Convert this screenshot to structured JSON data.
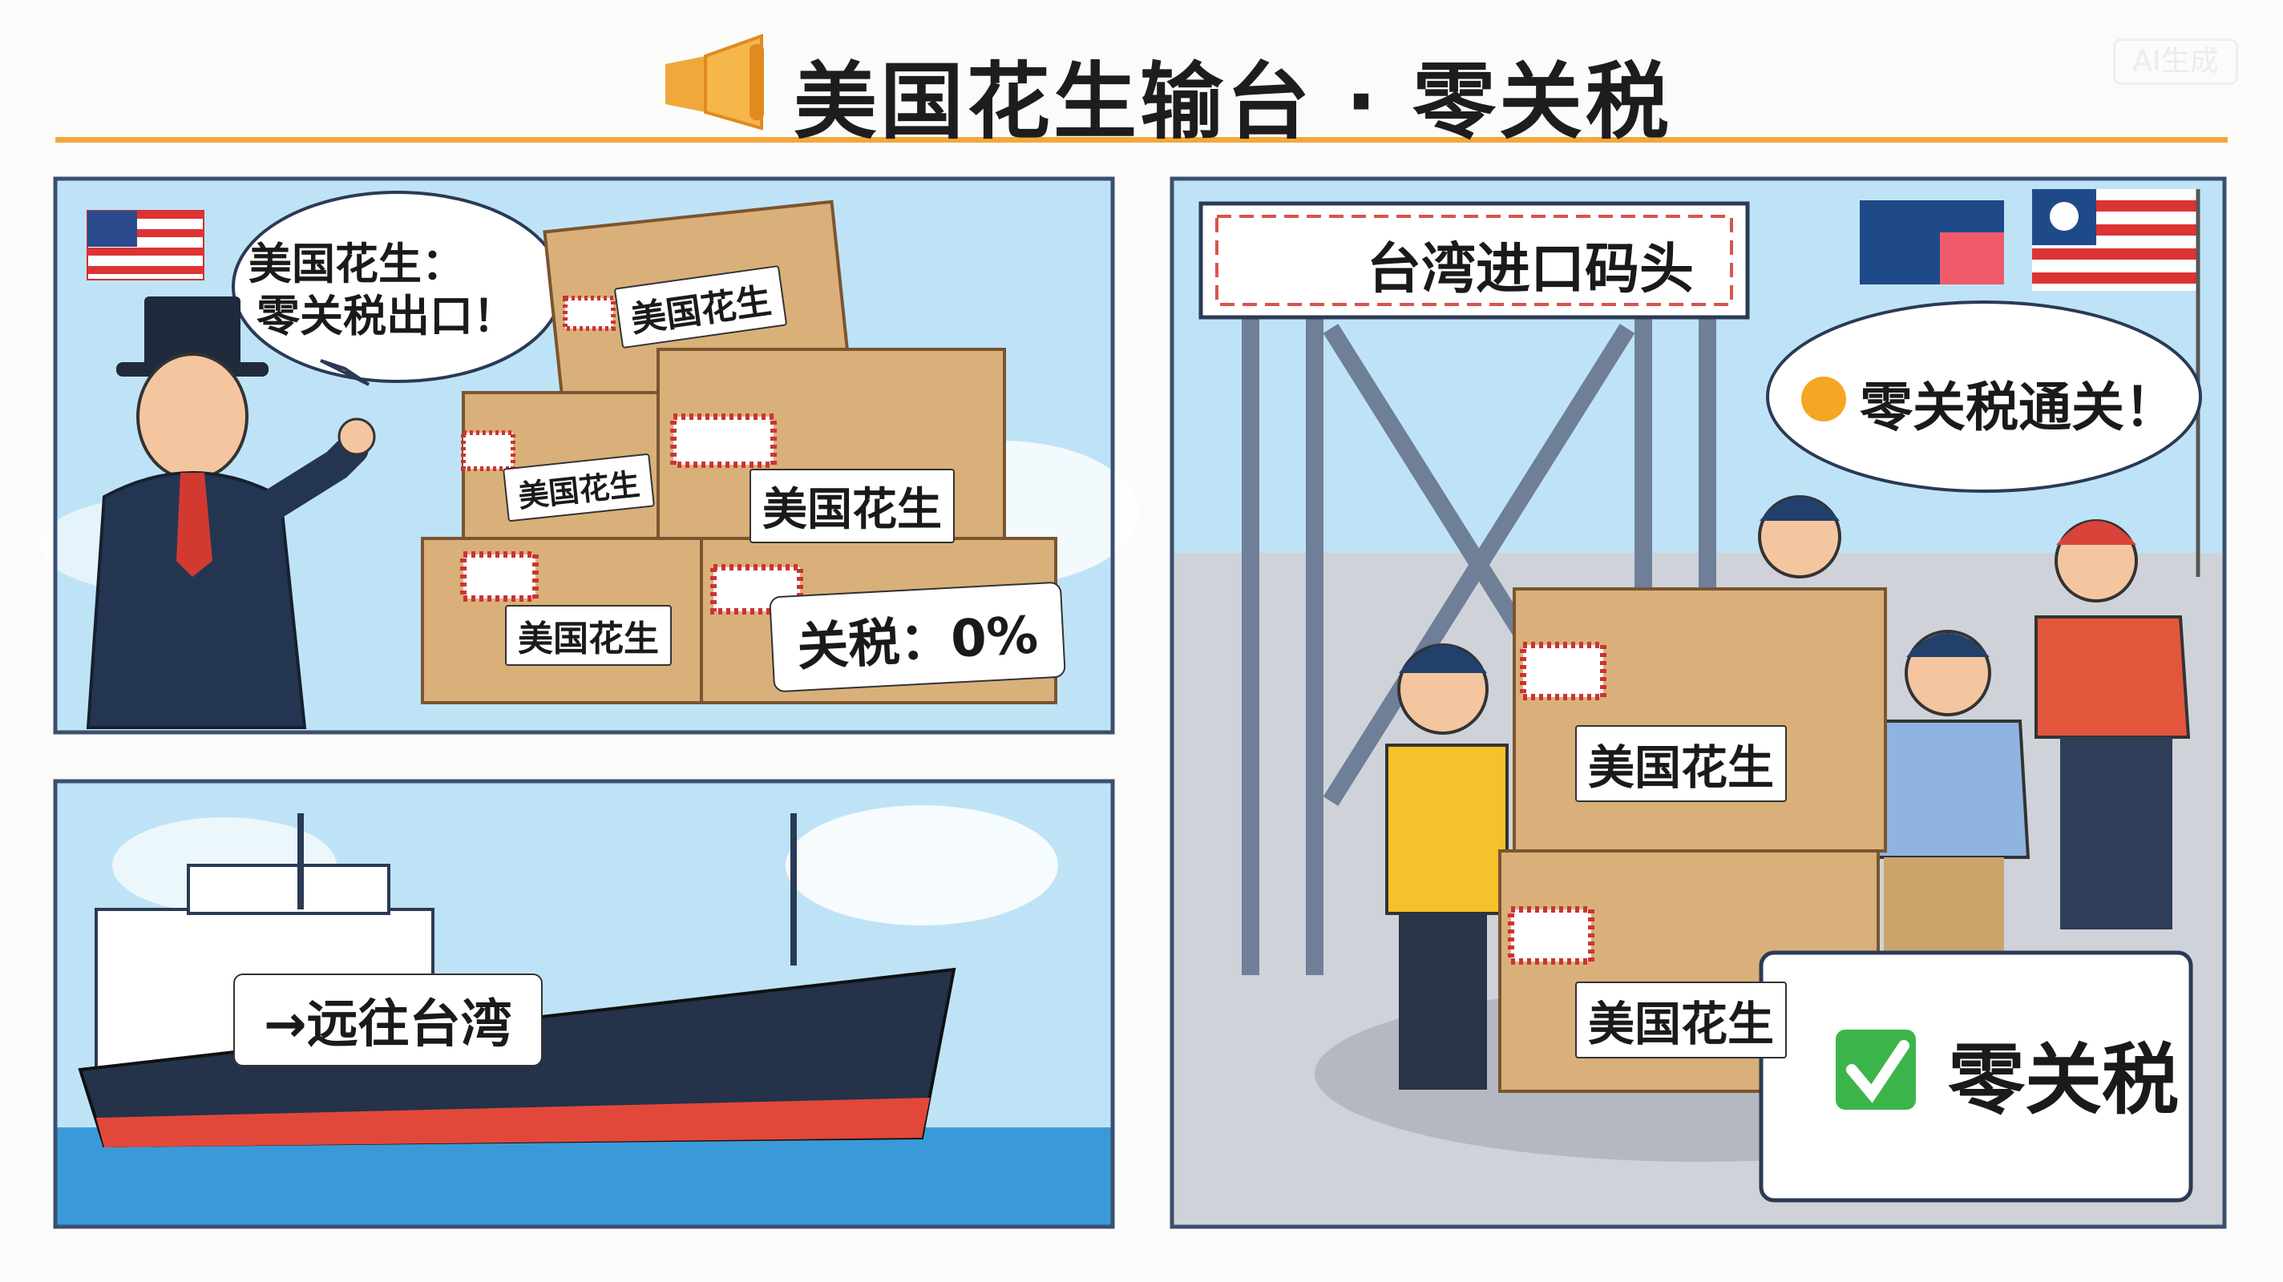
{
  "title": "美国花生输台 · 零关税",
  "title_icon": "megaphone-icon",
  "watermark": "AI生成",
  "colors": {
    "accent": "#f0a83a",
    "panel_border": "#3b4f70",
    "sky": "#b9e1f5",
    "box": "#d9b07a",
    "hull": "#24324a",
    "hull_red": "#e2483a",
    "check_green": "#3bb54a"
  },
  "panel1": {
    "bubble_line1": "美国花生：",
    "bubble_line2": "零关税出口！",
    "box_labels": [
      "美国花生",
      "美国花生",
      "美国花生",
      "美国花生"
    ],
    "tariff_tag": "关税：0%"
  },
  "panel2": {
    "sign_arrow": "→",
    "sign_text": "远往台湾"
  },
  "panel3": {
    "dock_sign": "台湾进口码头",
    "bubble": "零关税通关！",
    "box_labels": [
      "美国花生",
      "美国花生"
    ],
    "stamp_text": "零关税",
    "stamp_icon": "checkmark-icon"
  }
}
